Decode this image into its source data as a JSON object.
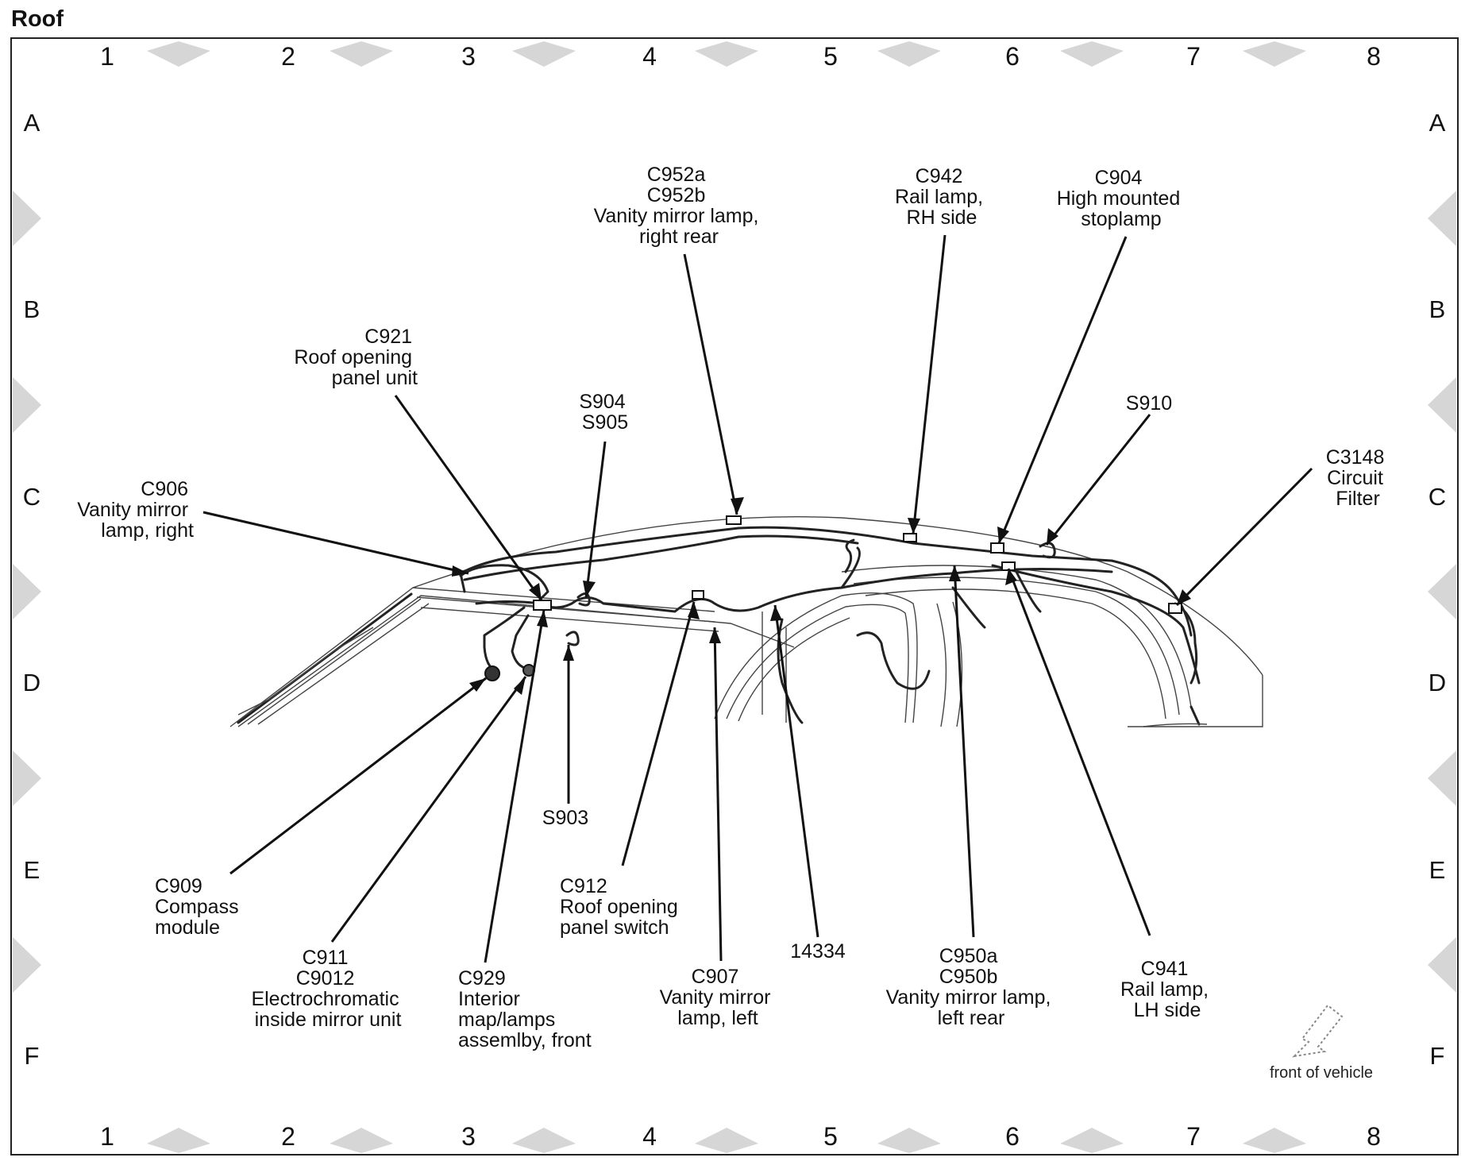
{
  "title": "Roof",
  "grid": {
    "columns": [
      "1",
      "2",
      "3",
      "4",
      "5",
      "6",
      "7",
      "8"
    ],
    "rows": [
      "A",
      "B",
      "C",
      "D",
      "E",
      "F"
    ]
  },
  "callouts": [
    {
      "id": "c952",
      "lines": [
        "C952a",
        "C952b",
        "Vanity mirror lamp,",
        "right rear"
      ]
    },
    {
      "id": "c942",
      "lines": [
        "C942",
        "Rail lamp,",
        "RH side"
      ]
    },
    {
      "id": "c904",
      "lines": [
        "C904",
        "High mounted",
        "stoplamp"
      ]
    },
    {
      "id": "c921",
      "lines": [
        "C921",
        "Roof opening",
        "panel unit"
      ]
    },
    {
      "id": "s904",
      "lines": [
        "S904",
        "S905"
      ]
    },
    {
      "id": "s910",
      "lines": [
        "S910"
      ]
    },
    {
      "id": "c3148",
      "lines": [
        "C3148",
        "Circuit",
        "Filter"
      ]
    },
    {
      "id": "c906",
      "lines": [
        "C906",
        "Vanity mirror",
        "lamp, right"
      ]
    },
    {
      "id": "s903",
      "lines": [
        "S903"
      ]
    },
    {
      "id": "c909",
      "lines": [
        "C909",
        "Compass",
        "module"
      ]
    },
    {
      "id": "c912",
      "lines": [
        "C912",
        "Roof opening",
        "panel switch"
      ]
    },
    {
      "id": "n14334",
      "lines": [
        "14334"
      ]
    },
    {
      "id": "c911",
      "lines": [
        "C911",
        "C9012",
        "Electrochromatic",
        "inside mirror unit"
      ]
    },
    {
      "id": "c929",
      "lines": [
        "C929",
        "Interior",
        "map/lamps",
        "assemlby, front"
      ]
    },
    {
      "id": "c907",
      "lines": [
        "C907",
        "Vanity mirror",
        "lamp, left"
      ]
    },
    {
      "id": "c950",
      "lines": [
        "C950a",
        "C950b",
        "Vanity mirror lamp,",
        "left rear"
      ]
    },
    {
      "id": "c941",
      "lines": [
        "C941",
        "Rail lamp,",
        "LH side"
      ]
    }
  ],
  "front_label": "front of vehicle"
}
